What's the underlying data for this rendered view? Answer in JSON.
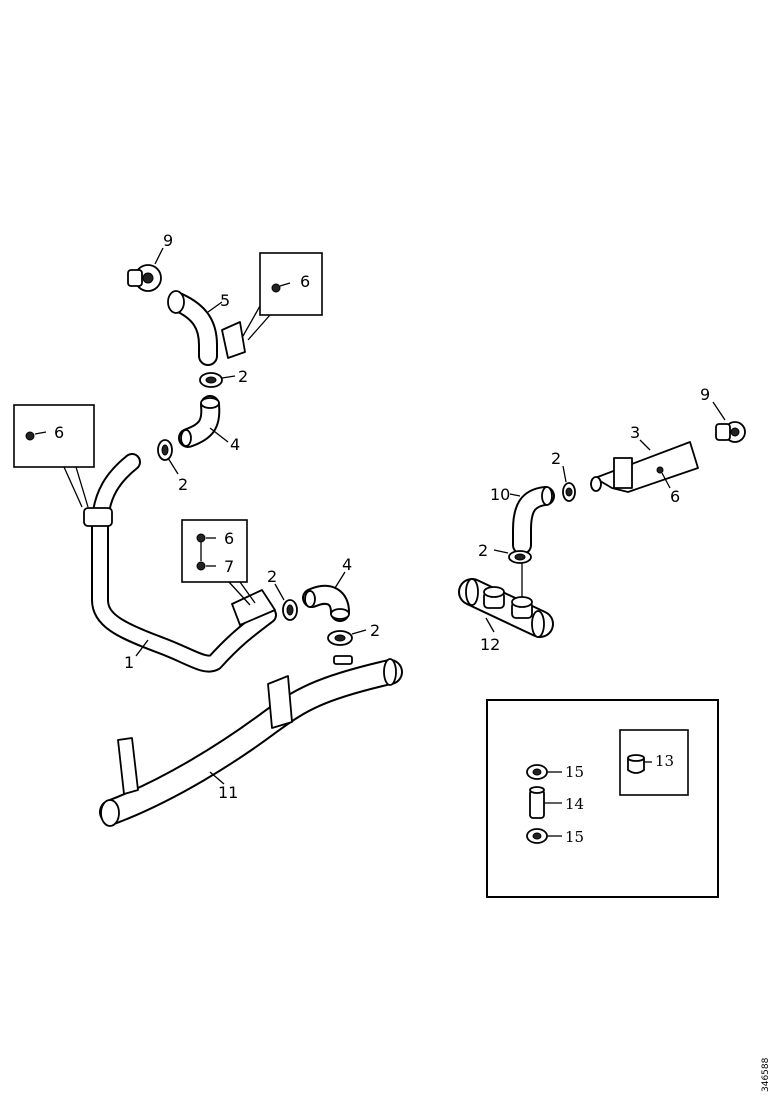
{
  "labels": {
    "l1": "1",
    "l2_top": "2",
    "l2_left": "2",
    "l2_mid": "2",
    "l2_right": "2",
    "l2_r_top": "2",
    "l2_r_left": "2",
    "l3": "3",
    "l4_top": "4",
    "l4_mid": "4",
    "l5": "5",
    "l6_top": "6",
    "l6_left": "6",
    "l6_mid": "6",
    "l6_right": "6",
    "l7": "7",
    "l9_top": "9",
    "l9_right": "9",
    "l10": "10",
    "l11": "11",
    "l12": "12",
    "l13": "13",
    "l14": "14",
    "l15_top": "15",
    "l15_bottom": "15"
  },
  "doc_code": "346588"
}
